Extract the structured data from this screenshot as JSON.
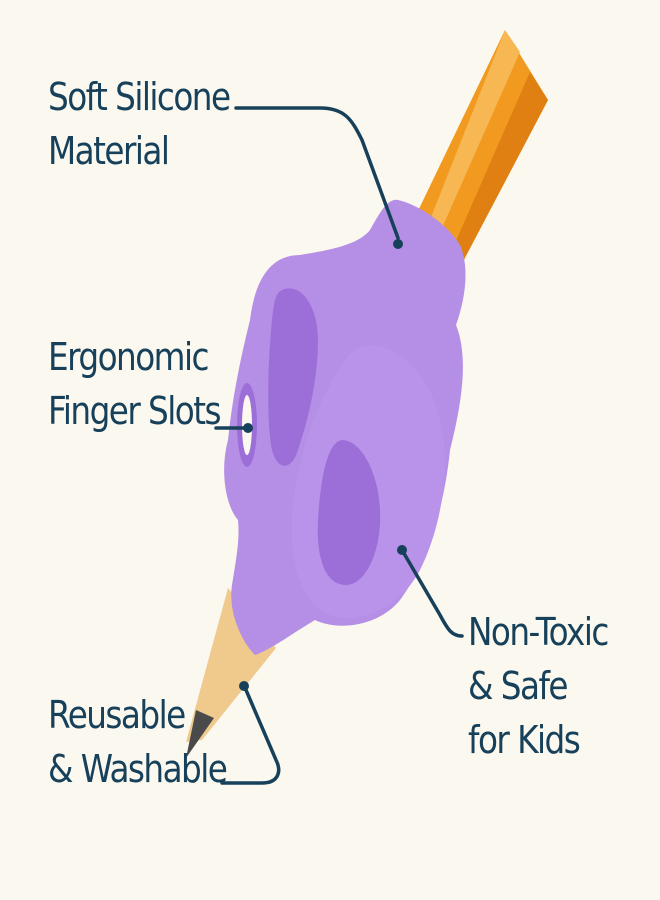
{
  "callouts": {
    "material": {
      "line1": "Soft Silicone",
      "line2": "Material"
    },
    "slots": {
      "line1": "Ergonomic",
      "line2": "Finger Slots"
    },
    "washable": {
      "line1": "Reusable",
      "line2": "& Washable"
    },
    "safe": {
      "line1": "Non-Toxic",
      "line2": "& Safe",
      "line3": "for Kids"
    }
  },
  "colors": {
    "background": "#fbf8ef",
    "text": "#17405a",
    "grip": "#b58ee6",
    "grip_shadow": "#9c6fd8",
    "pencil": "#f29a1f",
    "wood": "#f0c98c",
    "lead": "#4a4a4a"
  }
}
